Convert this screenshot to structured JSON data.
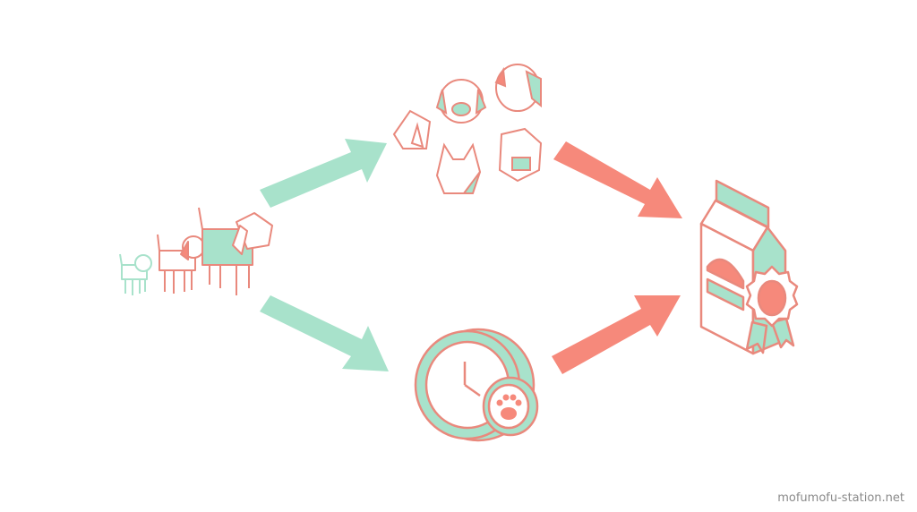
{
  "watermark": "mofumofu-station.net",
  "colors": {
    "mint": "#a8e2cb",
    "coral": "#f6897b",
    "outline": "#e9897d",
    "background": "#ffffff"
  },
  "stages": [
    {
      "id": "puppy-growth",
      "icon": "growing-dogs-icon"
    },
    {
      "id": "breeds",
      "icon": "dog-breed-heads-icon"
    },
    {
      "id": "time",
      "icon": "clock-paw-icon"
    },
    {
      "id": "result",
      "icon": "food-carton-award-icon"
    }
  ]
}
